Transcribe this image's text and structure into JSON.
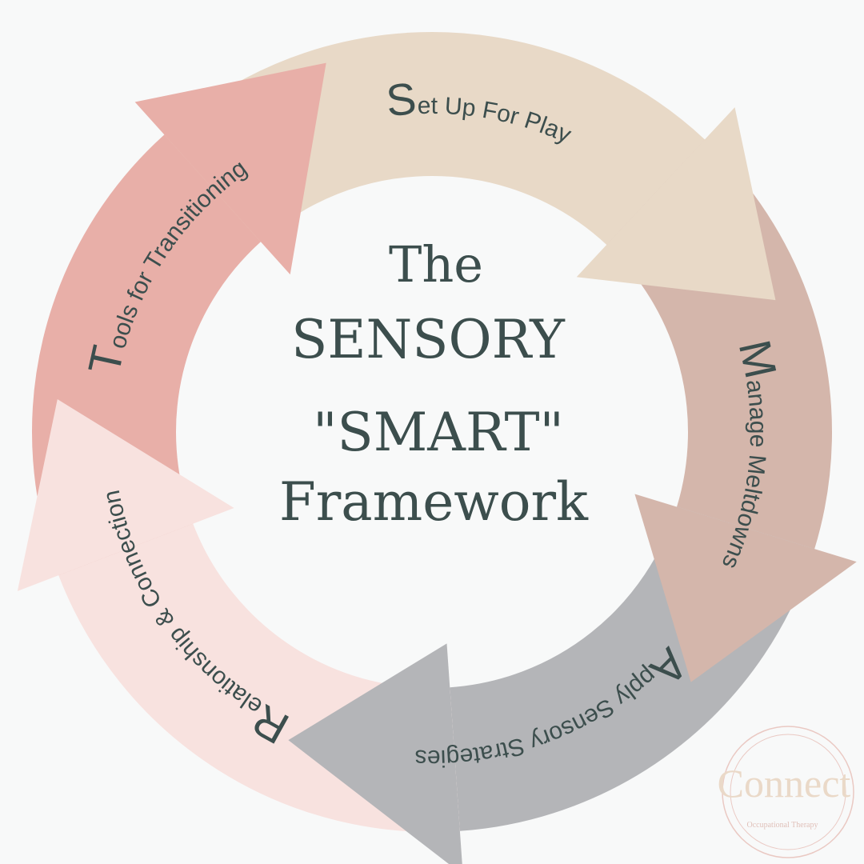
{
  "title": {
    "line1": "The",
    "line2": "SENSORY",
    "line3": "\"SMART\"",
    "line4": "Framework"
  },
  "steps": [
    {
      "initial": "S",
      "rest": "et Up For Play",
      "color": "#E8D9C7"
    },
    {
      "initial": "M",
      "rest": "anage Meltdowns",
      "color": "#D4B6AB"
    },
    {
      "initial": "A",
      "rest": "pply Sensory Strategies",
      "color": "#B4B5B8"
    },
    {
      "initial": "R",
      "rest": "elationship & Connection",
      "color": "#F8E2DF"
    },
    {
      "initial": "T",
      "rest": "ools for Transitioning",
      "color": "#E8AFA8"
    }
  ],
  "logo": {
    "name": "Connect",
    "subtitle": "Occupational Therapy"
  },
  "text_color": "#3C4E4D"
}
